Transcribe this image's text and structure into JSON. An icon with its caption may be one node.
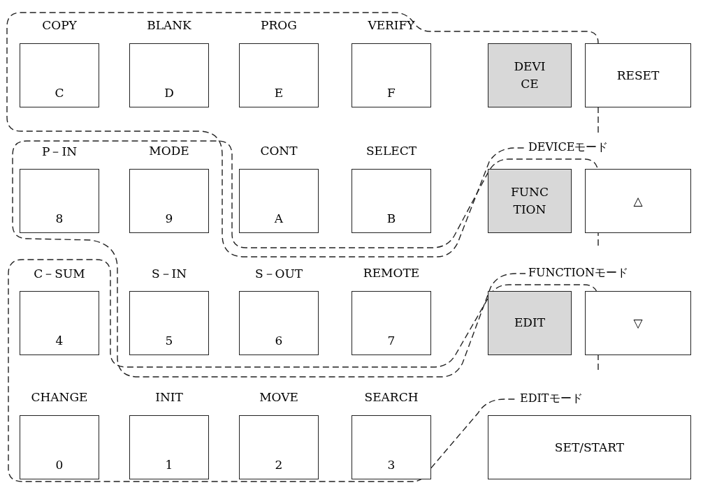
{
  "diagram": {
    "nodes": [
      {
        "text": [
          "COPY",
          "C"
        ]
      },
      {
        "text": [
          "BLANK",
          "D"
        ]
      },
      {
        "text": [
          "PROG",
          "E"
        ]
      },
      {
        "text": [
          "VERIFY",
          "F"
        ]
      },
      {
        "text": [
          "DEVI CE"
        ]
      },
      {
        "text": [
          "RESET"
        ]
      },
      {
        "text": [
          "P－IN",
          "8"
        ]
      },
      {
        "text": [
          "MODE",
          "9"
        ]
      },
      {
        "text": [
          "CONT",
          "A"
        ]
      },
      {
        "text": [
          "SELECT",
          "B"
        ]
      },
      {
        "text": [
          "FUNC TION"
        ]
      },
      {
        "text": [
          "△"
        ]
      },
      {
        "text": [
          "C－SUM",
          "4"
        ]
      },
      {
        "text": [
          "S－IN",
          "5"
        ]
      },
      {
        "text": [
          "S－OUT",
          "6"
        ]
      },
      {
        "text": [
          "REMOTE",
          "7"
        ]
      },
      {
        "text": [
          "EDIT"
        ]
      },
      {
        "text": [
          "▽"
        ]
      },
      {
        "text": [
          "CHANGE",
          "0"
        ]
      },
      {
        "text": [
          "INIT",
          "1"
        ]
      },
      {
        "text": [
          "MOVE",
          "2"
        ]
      },
      {
        "text": [
          "SEARCH",
          "3"
        ]
      },
      {
        "text": [
          "SET/START"
        ]
      }
    ],
    "labels": [
      "DEVICEモード",
      "FUNCTIONモード",
      "EDITモード"
    ]
  }
}
